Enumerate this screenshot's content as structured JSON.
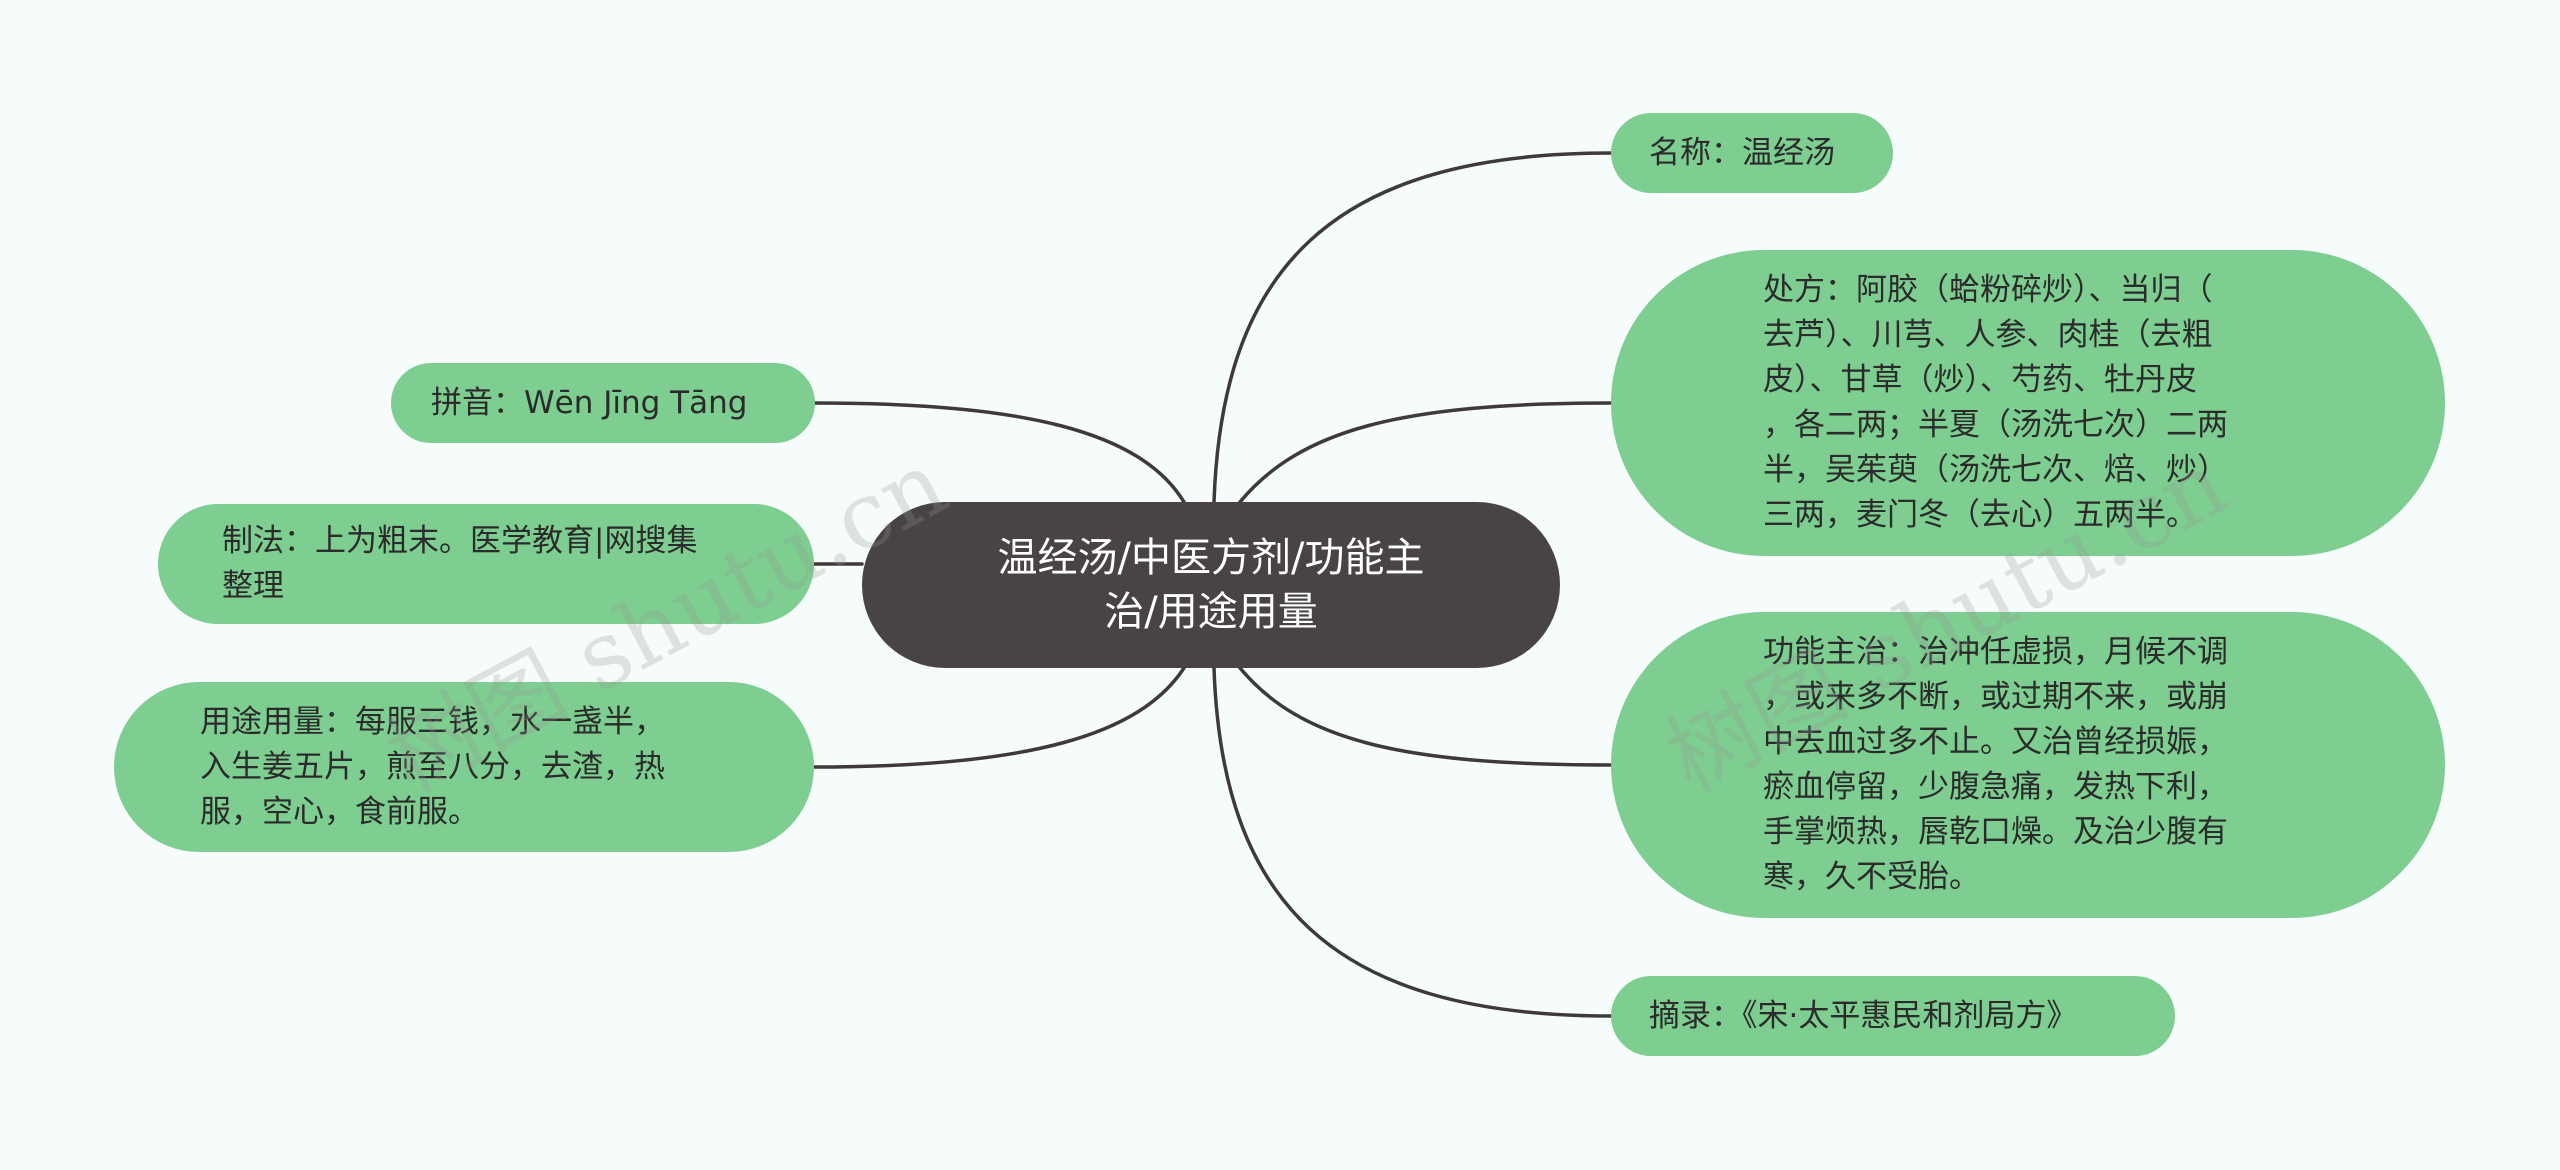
{
  "center_topic": "温经汤/中医方剂/功能主\n治/用途用量",
  "right_branches": {
    "name": "名称：温经汤",
    "formula": "处方：阿胶（蛤粉碎炒）、当归（\n去芦）、川芎、人参、肉桂（去粗\n皮）、甘草（炒）、芍药、牡丹皮\n，各二两；半夏（汤洗七次）二两\n半，吴茱萸（汤洗七次、焙、炒）\n三两，麦门冬（去心）五两半。",
    "indication": "功能主治：治冲任虚损，月候不调\n，或来多不断，或过期不来，或崩\n中去血过多不止。又治曾经损娠，\n瘀血停留，少腹急痛，发热下利，\n手掌烦热，唇乾口燥。及治少腹有\n寒，久不受胎。",
    "excerpt": "摘录：《宋·太平惠民和剂局方》"
  },
  "left_branches": {
    "pinyin": "拼音：Wēn Jīng Tāng",
    "method": "制法：上为粗末。医学教育|网搜集\n整理",
    "usage": "用途用量：每服三钱，水一盏半，\n入生姜五片，煎至八分，去渣，热\n服，空心，食前服。"
  },
  "watermark": "树图 shutu.cn",
  "colors": {
    "background": "#f6fbfc",
    "center_fill": "#494444",
    "center_text": "#ffffff",
    "leaf_fill": "#7dce90",
    "leaf_text": "#2b2b2b",
    "connector": "#3f3a3a"
  }
}
